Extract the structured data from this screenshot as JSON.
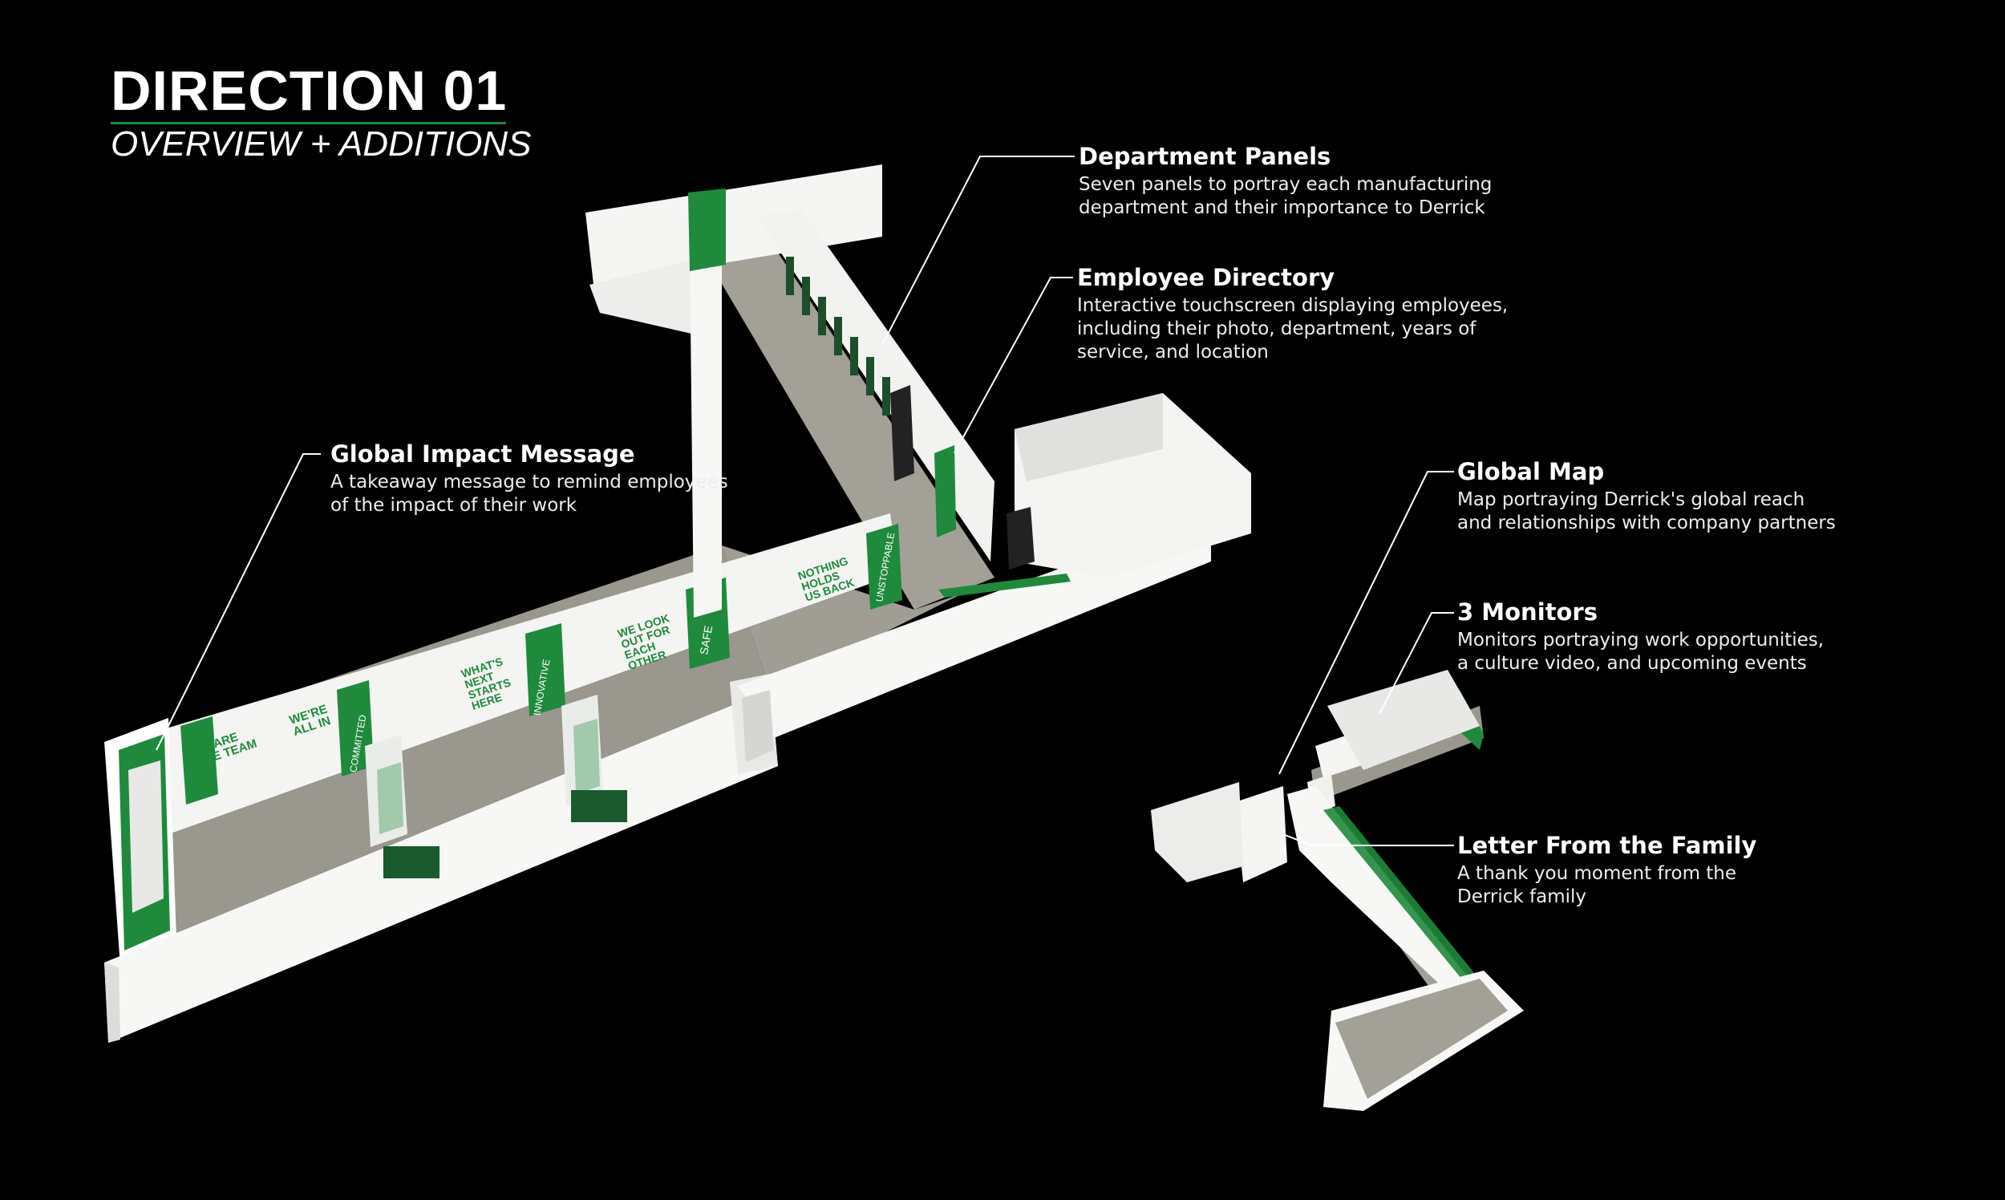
{
  "title": "DIRECTION 01",
  "subtitle": "OVERVIEW + ADDITIONS",
  "colors": {
    "accent_green": "#1f8a3c",
    "wall": "#f4f4f2",
    "floor": "#9e9b93",
    "background": "#000000"
  },
  "annotations": [
    {
      "id": "department-panels",
      "title": "Department Panels",
      "lines": [
        "Seven panels to portray each manufacturing",
        "department and their importance to Derrick"
      ]
    },
    {
      "id": "employee-directory",
      "title": "Employee Directory",
      "lines": [
        "Interactive touchscreen displaying employees,",
        "including their photo, department, years of",
        "service, and location"
      ]
    },
    {
      "id": "global-impact-message",
      "title": "Global Impact Message",
      "lines": [
        "A takeaway message to remind employees",
        "of the impact of their work"
      ]
    },
    {
      "id": "global-map",
      "title": "Global Map",
      "lines": [
        "Map portraying Derrick's global reach",
        "and relationships with company partners"
      ]
    },
    {
      "id": "three-monitors",
      "title": "3 Monitors",
      "lines": [
        "Monitors portraying work opportunities,",
        "a culture video, and upcoming events"
      ]
    },
    {
      "id": "letter-from-family",
      "title": "Letter From the Family",
      "lines": [
        "A thank you moment from the",
        "Derrick family"
      ]
    }
  ],
  "wall_graphics": [
    "WE ARE ONE TEAM",
    "WE'RE ALL IN",
    "WHAT'S NEXT STARTS HERE",
    "WE LOOK OUT FOR EACH OTHER",
    "NOTHING HOLDS US BACK",
    "SAFE",
    "UNSTOPPABLE",
    "COMMITTED",
    "INNOVATIVE"
  ]
}
